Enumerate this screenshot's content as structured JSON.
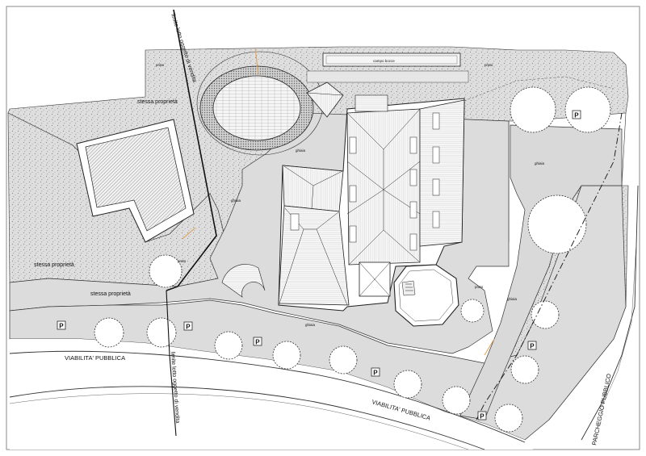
{
  "labels": {
    "stessa_1": "stessa proprietà",
    "stessa_2": "stessa proprietà",
    "stessa_3": "stessa proprietà",
    "limite_top": "limite lotto oggetto di vendita",
    "limite_bottom": "limite lotto oggetto di vendita",
    "viabilita_1": "VIABILITA' PUBBLICA",
    "viabilita_2": "VIABILITA' PUBBLICA",
    "parcheggio": "PARCHEGGIO PUBBLICO",
    "campo_bocce": "campo bocce",
    "prato_1": "prato",
    "prato_2": "prato",
    "prato_3": "prato",
    "prato_4": "prato",
    "ghiaia_1": "ghiaia",
    "ghiaia_2": "ghiaia",
    "ghiaia_3": "ghiaia",
    "ghiaia_4": "ghiaia",
    "ghiaia_5": "ghiaia"
  },
  "parking_symbol": "P",
  "colors": {
    "line": "#1a1a1a",
    "paved": "#dcdcdc",
    "lawn": "#d6d6d6",
    "building": "#f4f4f4",
    "accent": "#e0a050"
  }
}
